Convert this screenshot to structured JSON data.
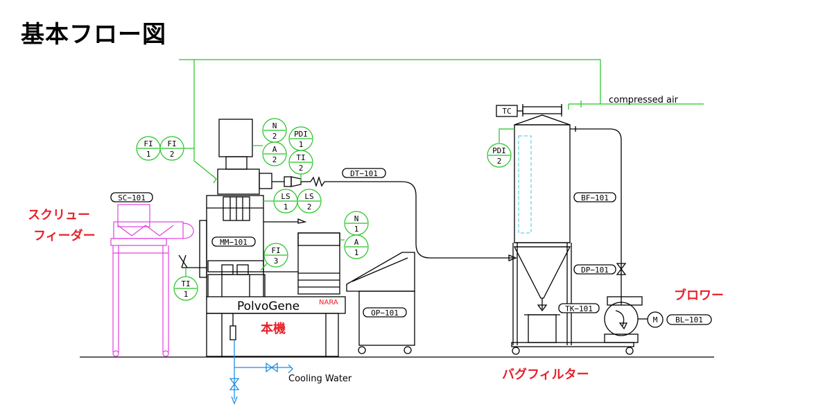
{
  "title": "基本フロー図",
  "labels": {
    "screw_feeder_1": "スクリュー",
    "screw_feeder_2": "フィーダー",
    "main_unit": "本機",
    "bag_filter": "バグフィルター",
    "blower": "ブロワー",
    "compressed_air": "compressed air",
    "cooling_water": "Cooling Water",
    "brand": "PolvoGene",
    "brand_sub": "NARA"
  },
  "tags": {
    "sc": "SC−101",
    "mm": "MM−101",
    "dt": "DT−101",
    "op": "OP−101",
    "bf": "BF−101",
    "dp": "DP−101",
    "tk": "TK−101",
    "bl": "BL−101",
    "tc": "TC",
    "motor": "M"
  },
  "instruments": {
    "fi1": {
      "top": "FI",
      "bottom": "1"
    },
    "fi2": {
      "top": "FI",
      "bottom": "2"
    },
    "n2": {
      "top": "N",
      "bottom": "2"
    },
    "a2": {
      "top": "A",
      "bottom": "2"
    },
    "pdi1": {
      "top": "PDI",
      "bottom": "1"
    },
    "ti2": {
      "top": "TI",
      "bottom": "2"
    },
    "ls1": {
      "top": "LS",
      "bottom": "1"
    },
    "ls2": {
      "top": "LS",
      "bottom": "2"
    },
    "n1": {
      "top": "N",
      "bottom": "1"
    },
    "a1": {
      "top": "A",
      "bottom": "1"
    },
    "fi3": {
      "top": "FI",
      "bottom": "3"
    },
    "ti1": {
      "top": "TI",
      "bottom": "1"
    },
    "pdi2": {
      "top": "PDI",
      "bottom": "2"
    }
  },
  "colors": {
    "instrument_line": "#22c322",
    "equipment": "#000000",
    "screw_feeder": "#e040e0",
    "cooling_water": "#1e8fe0",
    "label_red": "#e8202a"
  }
}
